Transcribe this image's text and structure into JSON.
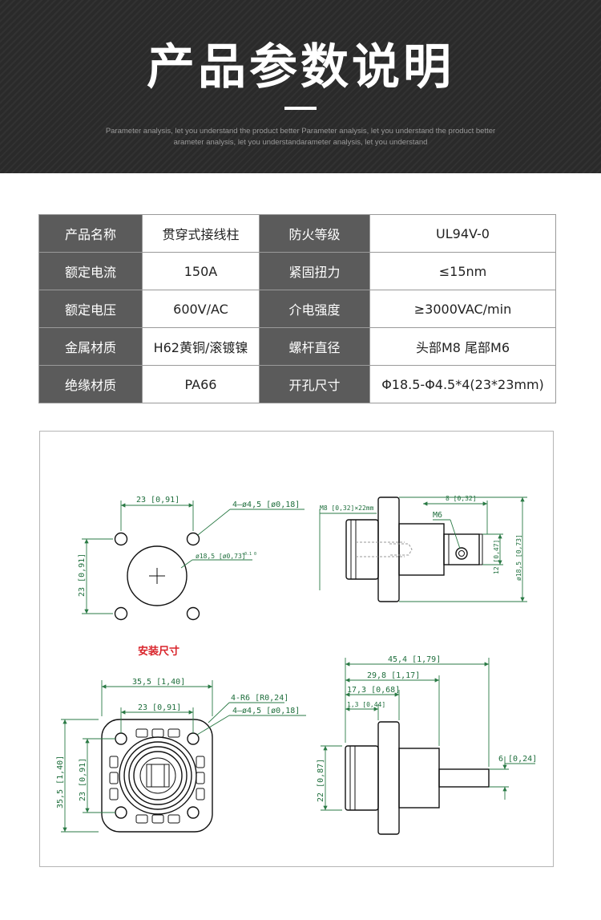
{
  "header": {
    "title": "产品参数说明",
    "subtitle_line1": "Parameter analysis, let you understand the product better Parameter analysis, let you understand the product better",
    "subtitle_line2": "arameter analysis, let you understandarameter analysis, let you understand"
  },
  "params": {
    "rows": [
      {
        "label1": "产品名称",
        "value1": "贯穿式接线柱",
        "label2": "防火等级",
        "value2": "UL94V-0"
      },
      {
        "label1": "额定电流",
        "value1": "150A",
        "label2": "紧固扭力",
        "value2": "≤15nm"
      },
      {
        "label1": "额定电压",
        "value1": "600V/AC",
        "label2": "介电强度",
        "value2": "≥3000VAC/min"
      },
      {
        "label1": "金属材质",
        "value1": "H62黄铜/滚镀镍",
        "label2": "螺杆直径",
        "value2": "头部M8 尾部M6"
      },
      {
        "label1": "绝缘材质",
        "value1": "PA66",
        "label2": "开孔尺寸",
        "value2": "Φ18.5-Φ4.5*4(23*23mm)"
      }
    ]
  },
  "drawing": {
    "install_label": "安装尺寸",
    "cutout": {
      "top_dim": "23 [0,91]",
      "side_dim": "23 [0,91]",
      "holes": "4—ø4,5 [ø0,18]",
      "center_hole": "ø18,5 [ø0,73]",
      "center_tol": "+0.1 0"
    },
    "side_view": {
      "m8": "M8 [0,32]×22mm",
      "top_dim": "8 [0,32]",
      "m6": "M6",
      "dim_12": "12 [0,47]",
      "dim_185": "ø18,5 [0,73]"
    },
    "front_view": {
      "width": "35,5 [1,40]",
      "pitch": "23 [0,91]",
      "radius": "4-R6 [R0,24]",
      "holes": "4—ø4,5 [ø0,18]",
      "height": "35,5 [1,40]",
      "pitch_v": "23 [0,91]"
    },
    "bottom_side": {
      "overall": "45,4 [1,79]",
      "d1": "29,8 [1,17]",
      "d2": "17,3 [0,68]",
      "d3": "1,3 [0,44]",
      "dia22": "22 [0,87]",
      "dia6": "6 [0,24]"
    }
  }
}
